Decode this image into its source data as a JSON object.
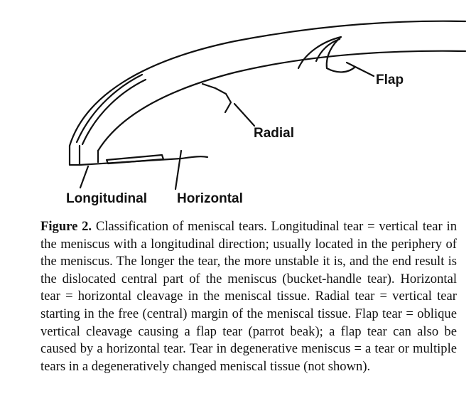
{
  "figure": {
    "labels": {
      "flap": "Flap",
      "radial": "Radial",
      "longitudinal": "Longitudinal",
      "horizontal": "Horizontal"
    }
  },
  "caption": {
    "label": "Figure 2.",
    "text": " Classification of meniscal tears. Longitudinal tear = vertical tear in the meniscus with a longitudinal direction; usually located in the periphery of the meniscus. The longer the tear, the more unstable it is, and the end result is the dislocated central part of the meniscus (bucket-handle tear). Horizontal tear = horizontal cleavage in the meniscal tissue. Radial tear = vertical tear starting in the free (central) margin of the meniscal tissue. Flap tear = oblique vertical cleavage causing a flap tear (parrot beak); a flap tear can also be caused by a horizontal tear. Tear in degenerative meniscus = a tear or multiple tears in a degeneratively changed meniscal tissue (not shown)."
  }
}
